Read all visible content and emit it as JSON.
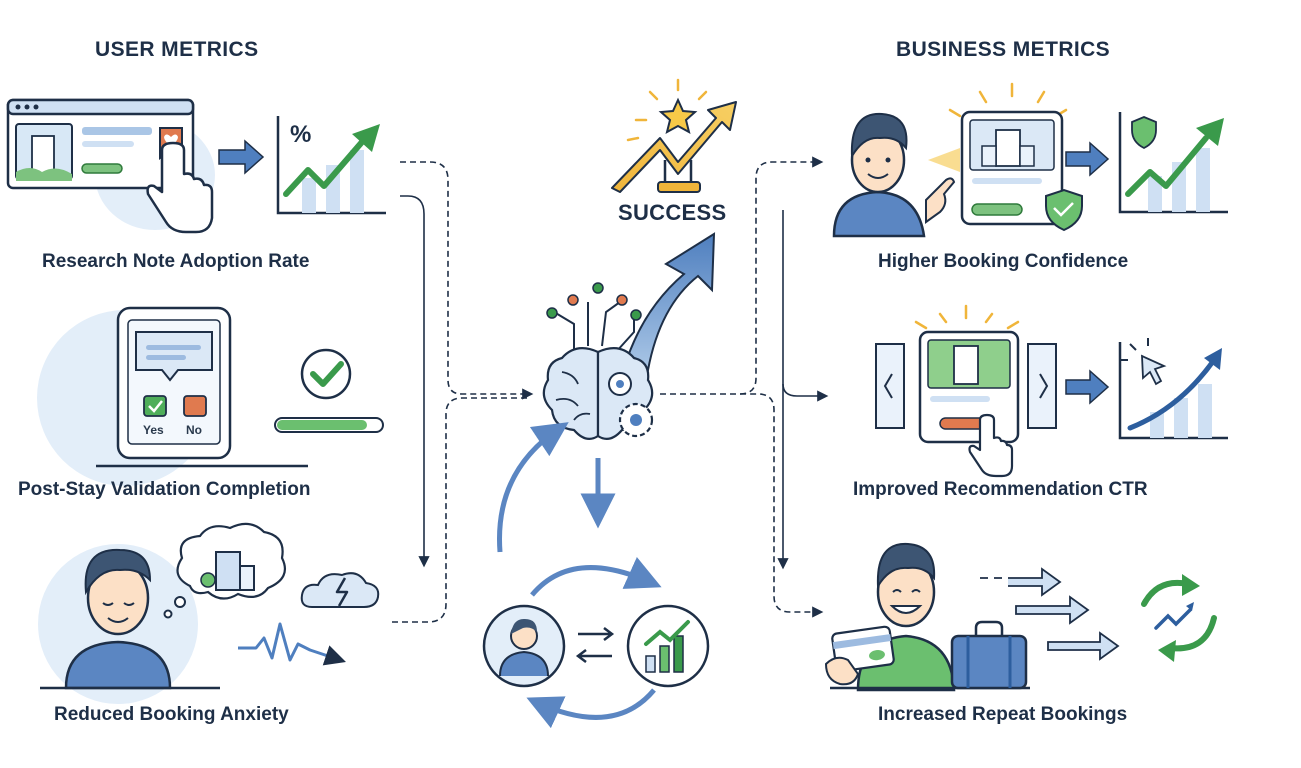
{
  "headings": {
    "user": "USER METRICS",
    "business": "BUSINESS METRICS"
  },
  "user_metrics": [
    {
      "label": "Research Note Adoption Rate"
    },
    {
      "label": "Post-Stay Validation Completion"
    },
    {
      "label": "Reduced Booking Anxiety"
    }
  ],
  "business_metrics": [
    {
      "label": "Higher Booking Confidence"
    },
    {
      "label": "Improved Recommendation CTR"
    },
    {
      "label": "Increased Repeat Bookings"
    }
  ],
  "center": {
    "success_label": "SUCCESS"
  },
  "validation_options": {
    "yes": "Yes",
    "no": "No"
  },
  "icons": [
    "browser-window-icon",
    "hand-pointer-icon",
    "arrow-right-icon",
    "percent-growth-chart-icon",
    "tablet-survey-icon",
    "checkmark-icon",
    "progress-bar-icon",
    "calm-person-icon",
    "hotel-thought-bubble-icon",
    "storm-cloud-icon",
    "heartbeat-down-icon",
    "success-trophy-icon",
    "brain-gear-icon",
    "feedback-loop-icon",
    "confident-person-icon",
    "hotel-card-shield-icon",
    "shield-growth-chart-icon",
    "carousel-hotel-card-icon",
    "cursor-growth-chart-icon",
    "happy-traveler-icon",
    "credit-card-icon",
    "suitcase-icon",
    "repeat-cycle-icon"
  ],
  "colors": {
    "navy": "#1e2f47",
    "accent_blue": "#5b86c2",
    "light_blue": "#dce9f6",
    "green": "#3a9a4b",
    "orange": "#e07a4f",
    "gold": "#f0b53a"
  }
}
